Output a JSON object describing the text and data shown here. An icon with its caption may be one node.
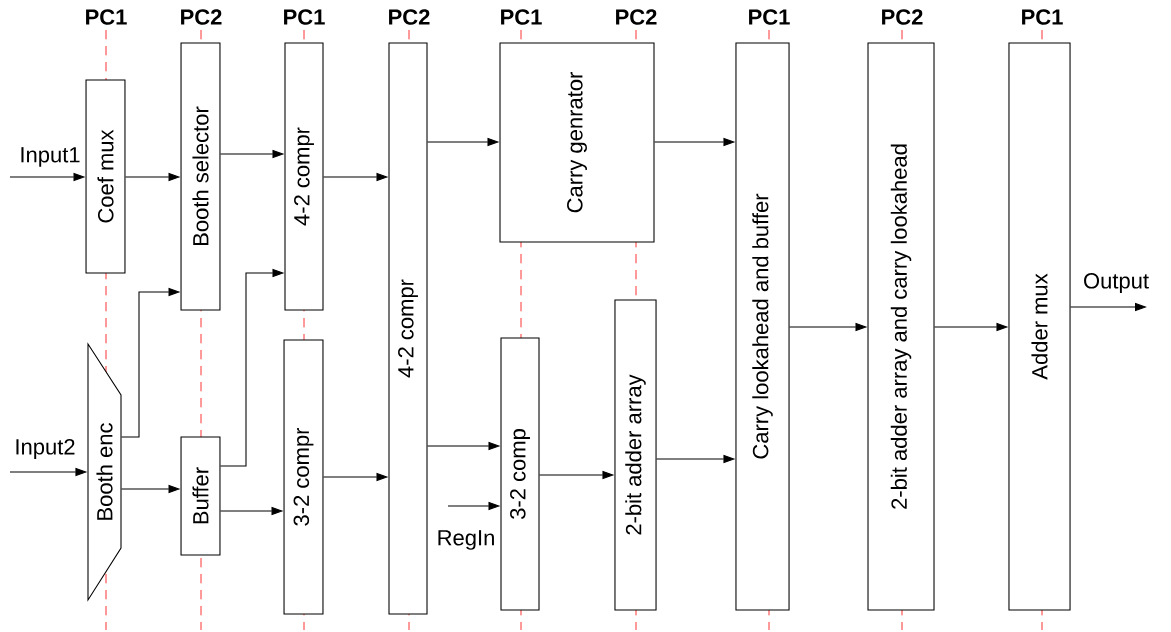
{
  "diagram": {
    "nodes": [
      {
        "text": [
          "Coef mux"
        ]
      },
      {
        "text": [
          "Booth selector"
        ]
      },
      {
        "text": [
          "4-2 compr"
        ]
      },
      {
        "text": [
          "Booth enc"
        ]
      },
      {
        "text": [
          "Buffer"
        ]
      },
      {
        "text": [
          "3-2 compr"
        ]
      },
      {
        "text": [
          "4-2   compr"
        ]
      },
      {
        "text": [
          "Carry genrator"
        ]
      },
      {
        "text": [
          "3-2 comp"
        ]
      },
      {
        "text": [
          "2-bit adder array"
        ]
      },
      {
        "text": [
          "Carry lookahead and buffer"
        ]
      },
      {
        "text": [
          "2-bit adder array and carry lookahead"
        ]
      },
      {
        "text": [
          "Adder mux"
        ]
      }
    ],
    "edges": [
      {
        "from": null,
        "to": 0,
        "arrow": "to",
        "label": "Input1"
      },
      {
        "from": null,
        "to": 3,
        "arrow": "to",
        "label": "Input2"
      },
      {
        "from": 0,
        "to": 1,
        "arrow": "to"
      },
      {
        "from": 1,
        "to": 2,
        "arrow": "to"
      },
      {
        "from": 3,
        "to": 1,
        "arrow": "to"
      },
      {
        "from": 3,
        "to": 4,
        "arrow": "to"
      },
      {
        "from": 4,
        "to": 2,
        "arrow": "to"
      },
      {
        "from": 4,
        "to": 5,
        "arrow": "to"
      },
      {
        "from": 2,
        "to": 6,
        "arrow": "to"
      },
      {
        "from": 5,
        "to": 6,
        "arrow": "to"
      },
      {
        "from": 6,
        "to": 7,
        "arrow": "to"
      },
      {
        "from": 6,
        "to": 8,
        "arrow": "to"
      },
      {
        "from": null,
        "to": 8,
        "arrow": "to",
        "label": "RegIn"
      },
      {
        "from": 8,
        "to": 9,
        "arrow": "to"
      },
      {
        "from": 7,
        "to": 10,
        "arrow": "to"
      },
      {
        "from": 9,
        "to": 10,
        "arrow": "to"
      },
      {
        "from": 10,
        "to": 11,
        "arrow": "to"
      },
      {
        "from": 11,
        "to": 12,
        "arrow": "to"
      },
      {
        "from": 12,
        "to": null,
        "arrow": "to",
        "label": "Output"
      }
    ],
    "labels": [
      "PC1",
      "PC2",
      "PC1",
      "PC2",
      "PC1",
      "PC2",
      "PC1",
      "PC2",
      "PC1"
    ]
  }
}
